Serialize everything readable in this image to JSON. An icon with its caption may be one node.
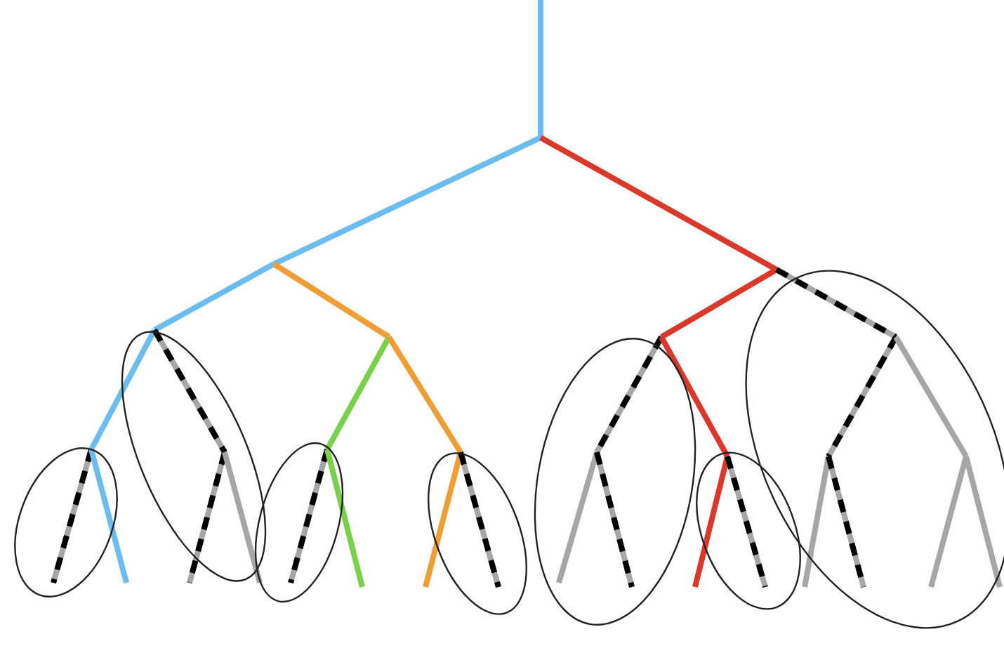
{
  "diagram": {
    "nodes": [
      {
        "text": [],
        "shape": "ellipse"
      },
      {
        "text": [],
        "shape": "ellipse"
      },
      {
        "text": [],
        "shape": "ellipse"
      },
      {
        "text": [],
        "shape": "ellipse"
      },
      {
        "text": [],
        "shape": "ellipse"
      },
      {
        "text": [],
        "shape": "ellipse"
      },
      {
        "text": [],
        "shape": "ellipse"
      }
    ]
  }
}
